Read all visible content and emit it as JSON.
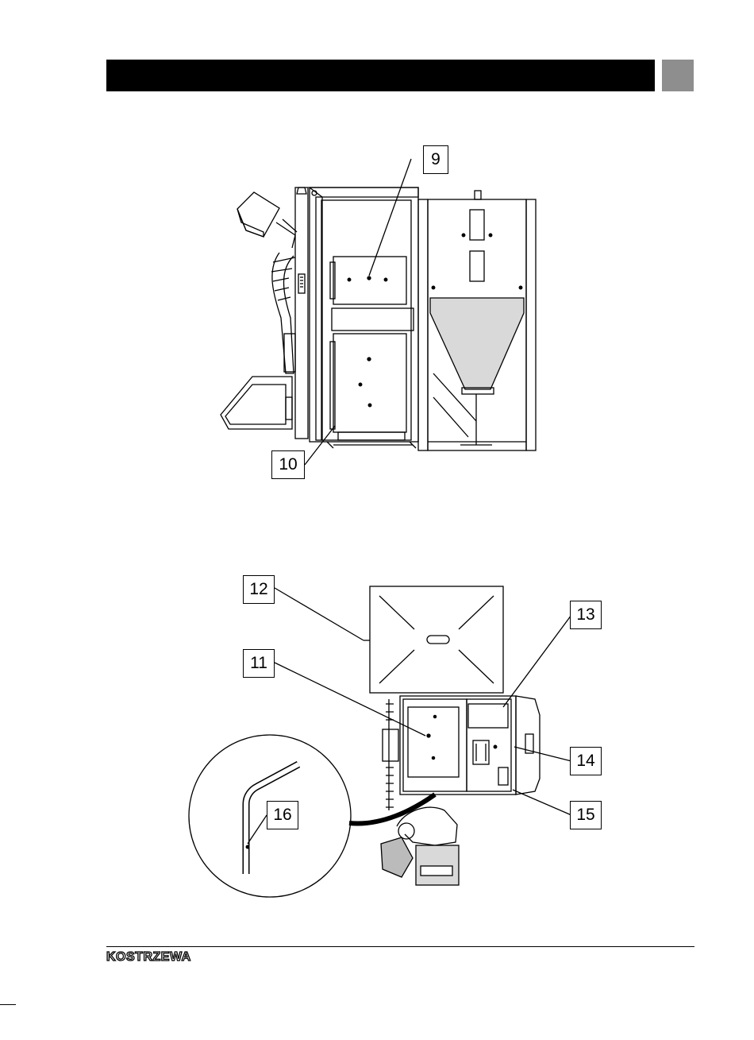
{
  "callouts": {
    "c9": "9",
    "c10": "10",
    "c11": "11",
    "c12": "12",
    "c13": "13",
    "c14": "14",
    "c15": "15",
    "c16": "16"
  },
  "footer": {
    "brand": "KOSTRZEWA"
  },
  "colors": {
    "header_bar": "#000000",
    "header_tab": "#8e8e8e",
    "hopper_fill": "#d9d9d9"
  }
}
